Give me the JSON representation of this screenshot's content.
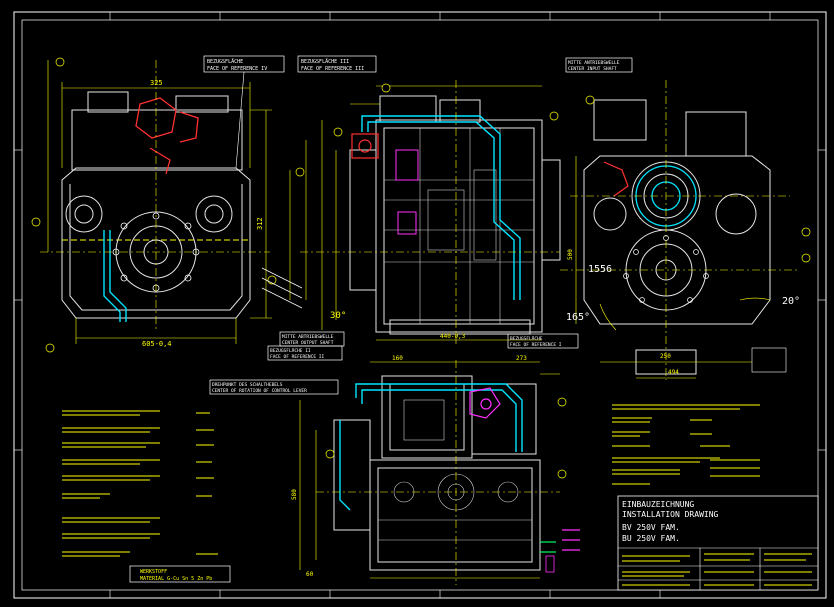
{
  "labels": {
    "face_iv": [
      "BEZUGSFLÄCHE",
      "FACE OF REFERENCE IV"
    ],
    "face_iii": [
      "BEZUGSFLÄCHE III",
      "FACE OF REFERENCE III"
    ],
    "face_ii": [
      "BEZUGSFLÄCHE II",
      "FACE OF REFERENCE II"
    ],
    "face_i": [
      "BEZUGSFLÄCHE",
      "FACE OF REFERENCE I"
    ],
    "input_shaft": [
      "MITTE ANTRIEBSWELLE",
      "CENTER INPUT SHAFT"
    ],
    "output_shaft": [
      "MITTE ABTRIEBSWELLE",
      "CENTER OUTPUT SHAFT"
    ],
    "control_lever": [
      "DREHPUNKT DES SCHALTHEBELS",
      "CENTER OF ROTATION OF CONTROL LEVER"
    ],
    "material": [
      "WERKSTOFF",
      "MATERIAL G-Cu Sn 5 Zn Pb"
    ]
  },
  "dimensions": {
    "d_325": "325",
    "d_312": "312",
    "d_605": "605-0,4",
    "d_1556": "1556",
    "d_165": "165°",
    "d_20": "20°",
    "d_30": "30°",
    "d_500": "500",
    "d_160": "160",
    "d_273": "273",
    "d_250": "250",
    "d_494": "494",
    "d_60": "60",
    "d_580": "580",
    "d_440": "440-0,3"
  },
  "title_block": {
    "title_de": "EINBAUZEICHNUNG",
    "title_en": "INSTALLATION DRAWING",
    "model_1": "BV 250V FAM.",
    "model_2": "BU 250V FAM."
  }
}
